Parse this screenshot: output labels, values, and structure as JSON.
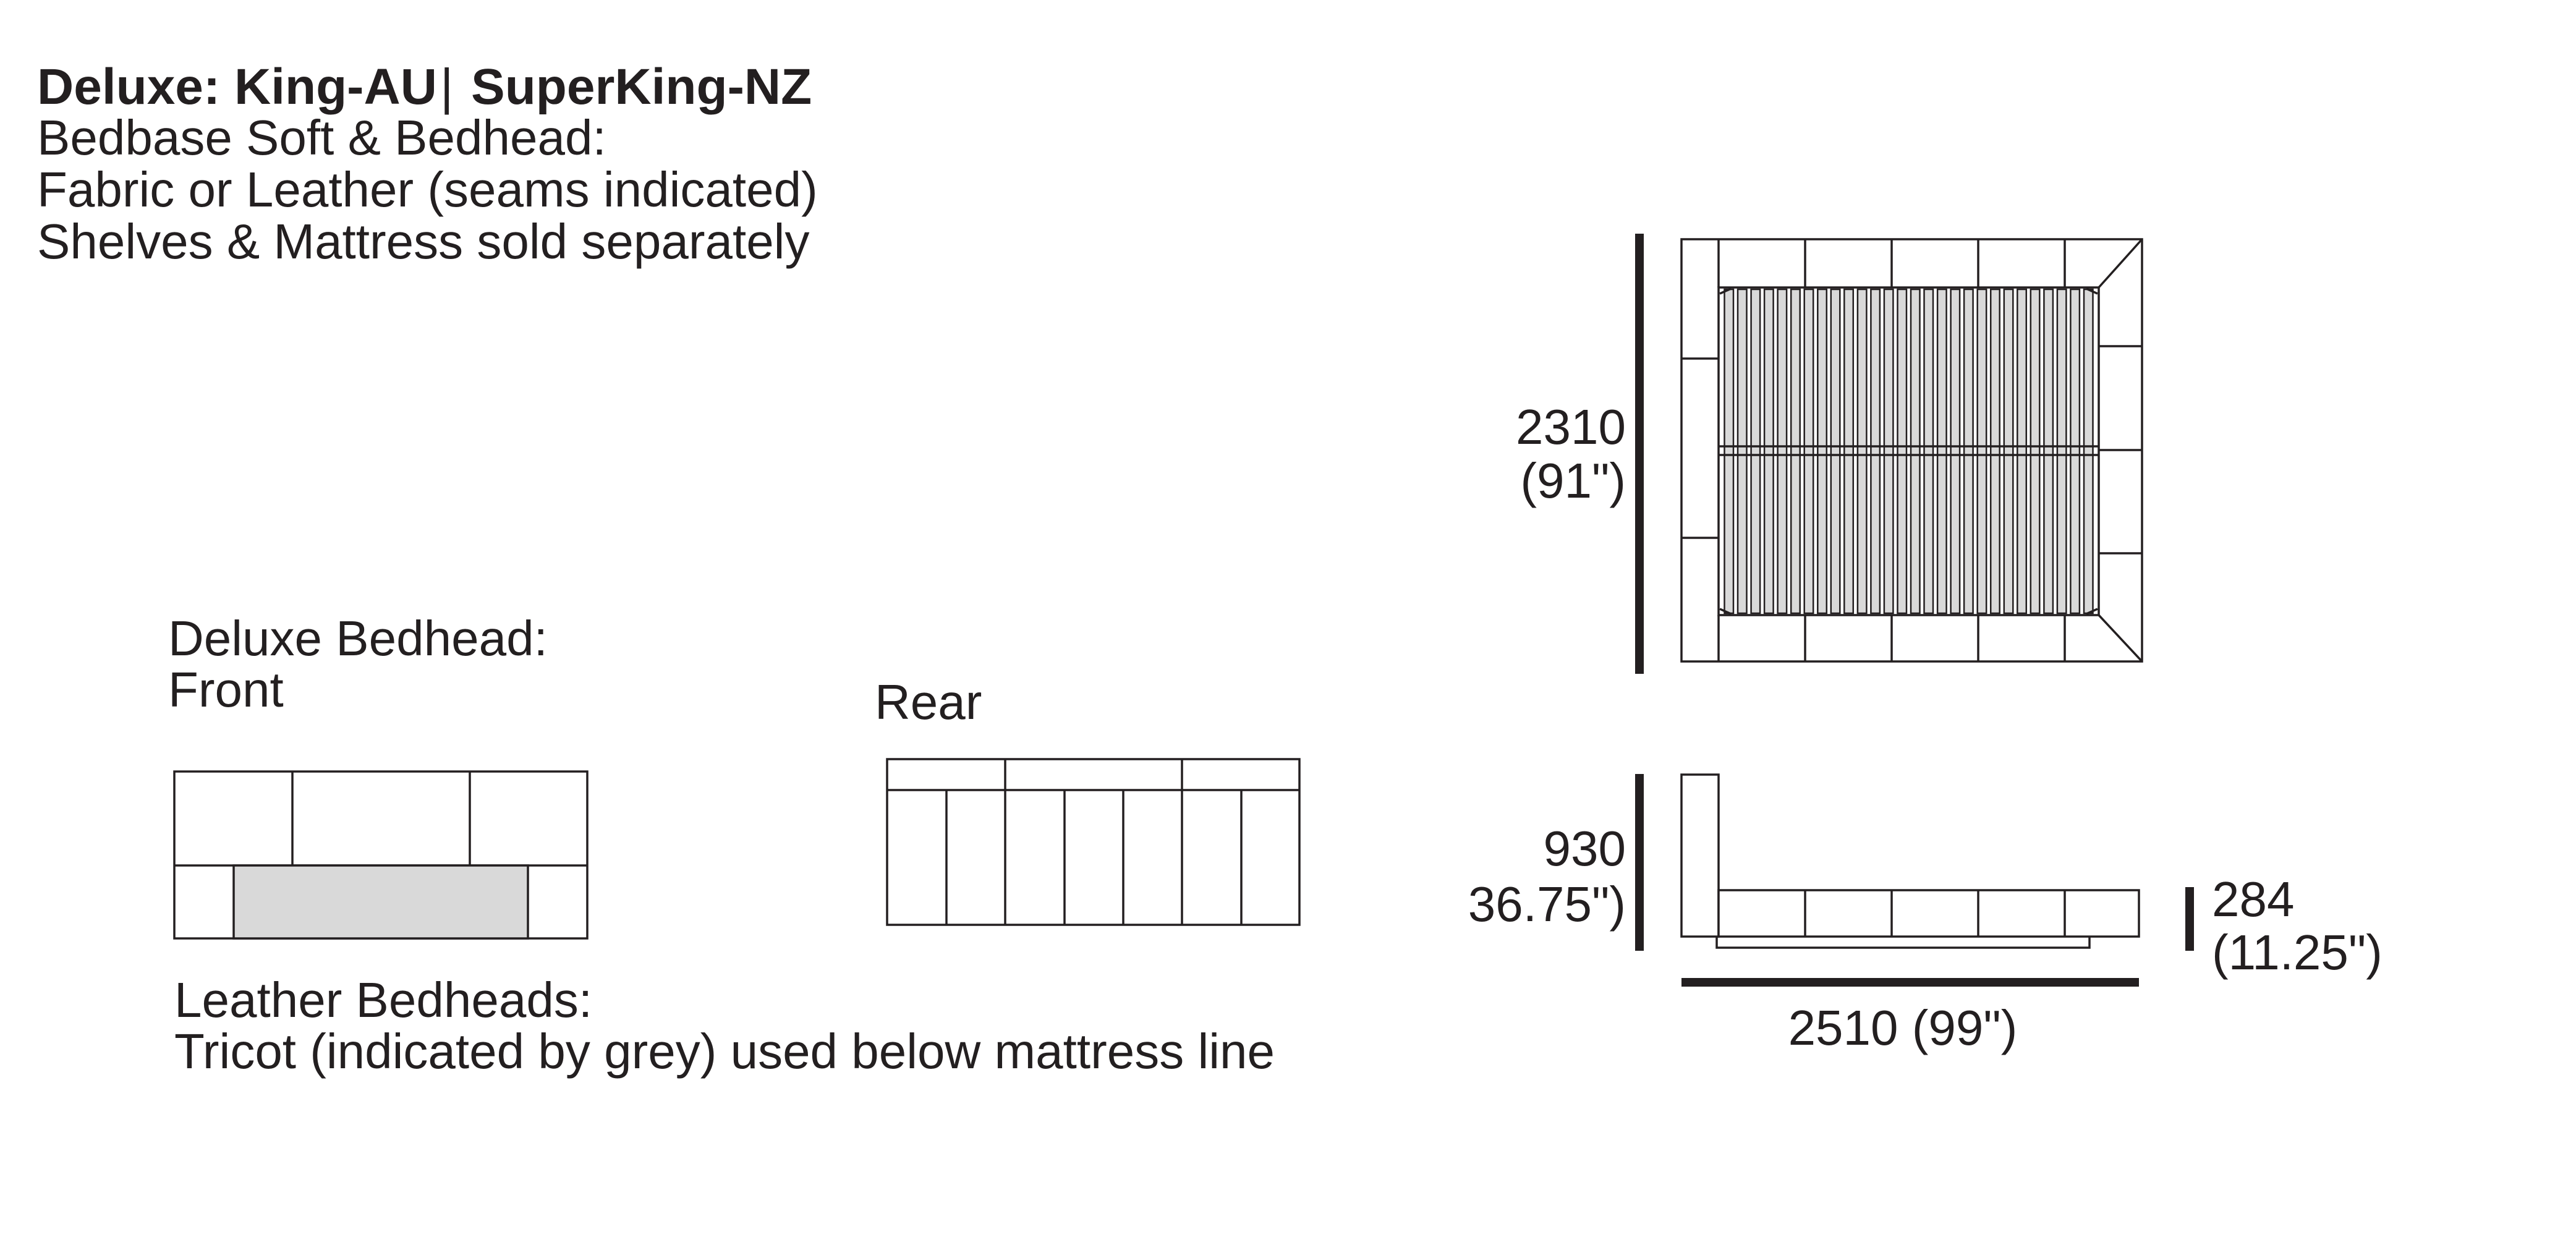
{
  "header": {
    "title_part1": "Deluxe: King-AU",
    "title_separator": "|",
    "title_part2": "SuperKing-NZ",
    "line2": "Bedbase Soft & Bedhead:",
    "line3": "Fabric or Leather (seams indicated)",
    "line4": "Shelves & Mattress sold separately"
  },
  "front_view": {
    "label_line1": "Deluxe Bedhead:",
    "label_line2": "Front"
  },
  "rear_view": {
    "label": "Rear"
  },
  "note": {
    "line1": "Leather Bedheads:",
    "line2": "Tricot (indicated by grey) used below mattress line"
  },
  "dimensions": {
    "length_mm": "2310",
    "length_in": "(91\")",
    "height_mm": "930",
    "height_in": "36.75\")",
    "base_height_mm": "284",
    "base_height_in": "(11.25\")",
    "width_label": "2510 (99\")"
  },
  "colors": {
    "line": "#231f20",
    "tricot_grey": "#d9d9d9"
  }
}
